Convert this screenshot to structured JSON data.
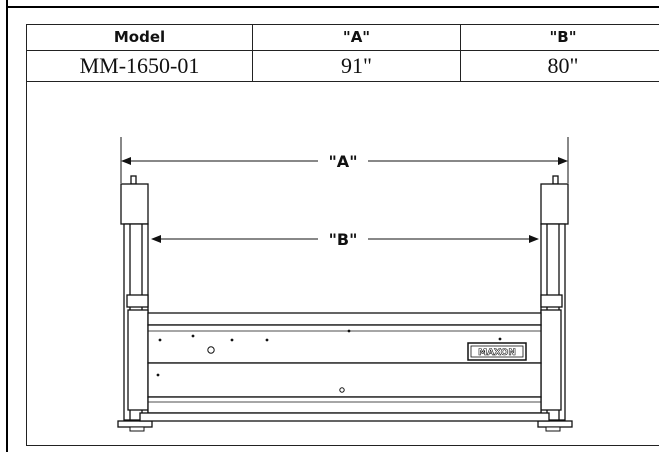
{
  "spec_table": {
    "headers": [
      "Model",
      "\"A\"",
      "\"B\""
    ],
    "rows": [
      [
        "MM-1650-01",
        "91\"",
        "80\""
      ]
    ]
  },
  "drawing": {
    "dimension_a_label": "\"A\"",
    "dimension_b_label": "\"B\"",
    "logo_text": "MAXON"
  }
}
